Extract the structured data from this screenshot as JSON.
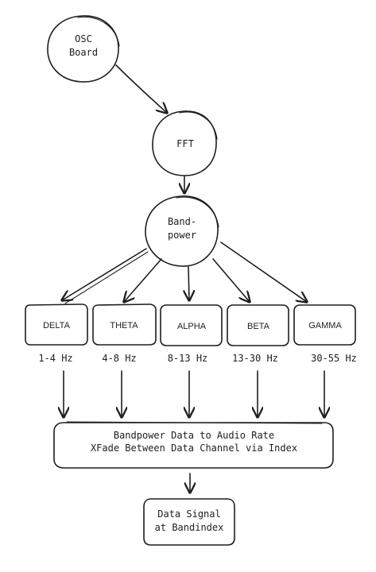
{
  "nodes": {
    "osc_board": [
      "OSC",
      "Board"
    ],
    "fft": "FFT",
    "bandpower": [
      "Band-",
      "power"
    ],
    "bands": [
      {
        "label": "DELTA",
        "range": "1-4 Hz"
      },
      {
        "label": "THETA",
        "range": "4-8 Hz"
      },
      {
        "label": "ALPHA",
        "range": "8-13 Hz"
      },
      {
        "label": "BETA",
        "range": "13-30 Hz"
      },
      {
        "label": "GAMMA",
        "range": "30-55 Hz"
      }
    ],
    "process": [
      "Bandpower Data to Audio Rate",
      "XFade Between Data Channel via Index"
    ],
    "output": [
      "Data Signal",
      "at Bandindex"
    ]
  }
}
